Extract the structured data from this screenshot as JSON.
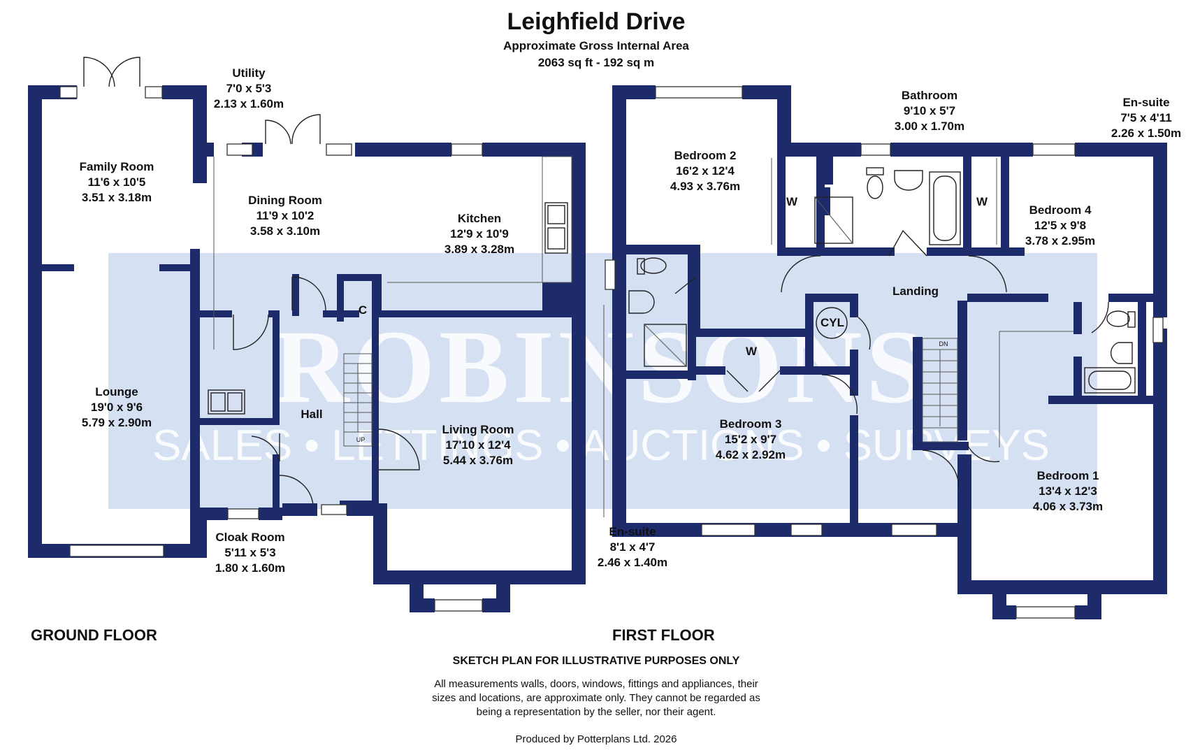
{
  "header": {
    "title": "Leighfield Drive",
    "subtitle": "Approximate Gross Internal Area",
    "area": "2063 sq ft - 192 sq m"
  },
  "floors": {
    "ground": "GROUND FLOOR",
    "first": "FIRST FLOOR"
  },
  "rooms": {
    "utility": {
      "name": "Utility",
      "imperial": "7'0 x 5'3",
      "metric": "2.13 x 1.60m"
    },
    "family": {
      "name": "Family Room",
      "imperial": "11'6 x 10'5",
      "metric": "3.51 x 3.18m"
    },
    "dining": {
      "name": "Dining Room",
      "imperial": "11'9 x 10'2",
      "metric": "3.58 x 3.10m"
    },
    "kitchen": {
      "name": "Kitchen",
      "imperial": "12'9 x 10'9",
      "metric": "3.89 x 3.28m"
    },
    "lounge": {
      "name": "Lounge",
      "imperial": "19'0 x 9'6",
      "metric": "5.79 x 2.90m"
    },
    "hall": {
      "name": "Hall"
    },
    "living": {
      "name": "Living Room",
      "imperial": "17'10 x 12'4",
      "metric": "5.44 x 3.76m"
    },
    "cloak": {
      "name": "Cloak Room",
      "imperial": "5'11 x 5'3",
      "metric": "1.80 x 1.60m"
    },
    "bedroom2": {
      "name": "Bedroom 2",
      "imperial": "16'2 x 12'4",
      "metric": "4.93 x 3.76m"
    },
    "bathroom": {
      "name": "Bathroom",
      "imperial": "9'10 x 5'7",
      "metric": "3.00 x 1.70m"
    },
    "ensuite1": {
      "name": "En-suite",
      "imperial": "7'5 x 4'11",
      "metric": "2.26 x 1.50m"
    },
    "bedroom4": {
      "name": "Bedroom 4",
      "imperial": "12'5 x 9'8",
      "metric": "3.78 x 2.95m"
    },
    "landing": {
      "name": "Landing"
    },
    "bedroom3": {
      "name": "Bedroom 3",
      "imperial": "15'2 x 9'7",
      "metric": "4.62 x 2.92m"
    },
    "bedroom1": {
      "name": "Bedroom 1",
      "imperial": "13'4 x 12'3",
      "metric": "4.06 x 3.73m"
    },
    "ensuite2": {
      "name": "En-suite",
      "imperial": "8'1 x 4'7",
      "metric": "2.46 x 1.40m"
    }
  },
  "markers": {
    "cupboard": "C",
    "wardrobe": "W",
    "cylinder": "CYL",
    "stairs_up": "UP",
    "stairs_down": "DN"
  },
  "watermark": {
    "brand": "ROBINSONS",
    "services": "SALES • LETTINGS • AUCTIONS • SURVEYS"
  },
  "footer": {
    "heading": "SKETCH PLAN FOR ILLUSTRATIVE PURPOSES ONLY",
    "line1": "All measurements walls, doors, windows, fittings and appliances, their",
    "line2": "sizes and locations, are approximate only. They cannot be regarded as",
    "line3": "being a representation by the seller, nor their agent.",
    "credit": "Produced by Potterplans Ltd. 2026"
  },
  "colors": {
    "wall": "#1d2b6b",
    "watermark": "#c8d6ef"
  }
}
